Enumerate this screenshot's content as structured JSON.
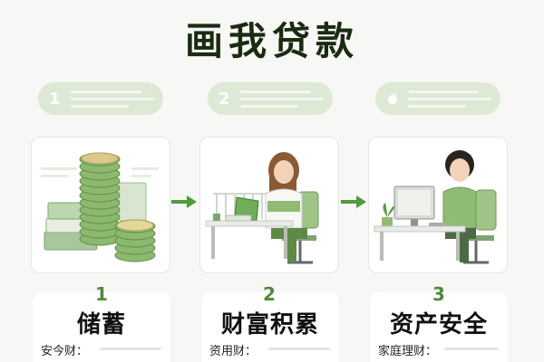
{
  "title": "画我贷款",
  "steps": [
    {
      "pill_number": "1",
      "number": "1",
      "label": "储蓄",
      "sub": "安今财："
    },
    {
      "pill_number": "2",
      "number": "2",
      "label": "财富积累",
      "sub": "资用财："
    },
    {
      "pill_number": "",
      "number": "3",
      "label": "资产安全",
      "sub": "家庭理财："
    }
  ],
  "colors": {
    "accent": "#4f8a3a",
    "pill_bg": "#dde9d5",
    "arrow": "#4f9a3e"
  },
  "icons": [
    "coins-and-books-illustration",
    "woman-reading-at-desk-illustration",
    "woman-at-computer-illustration",
    "leaf-icon",
    "arrow-right-icon"
  ]
}
